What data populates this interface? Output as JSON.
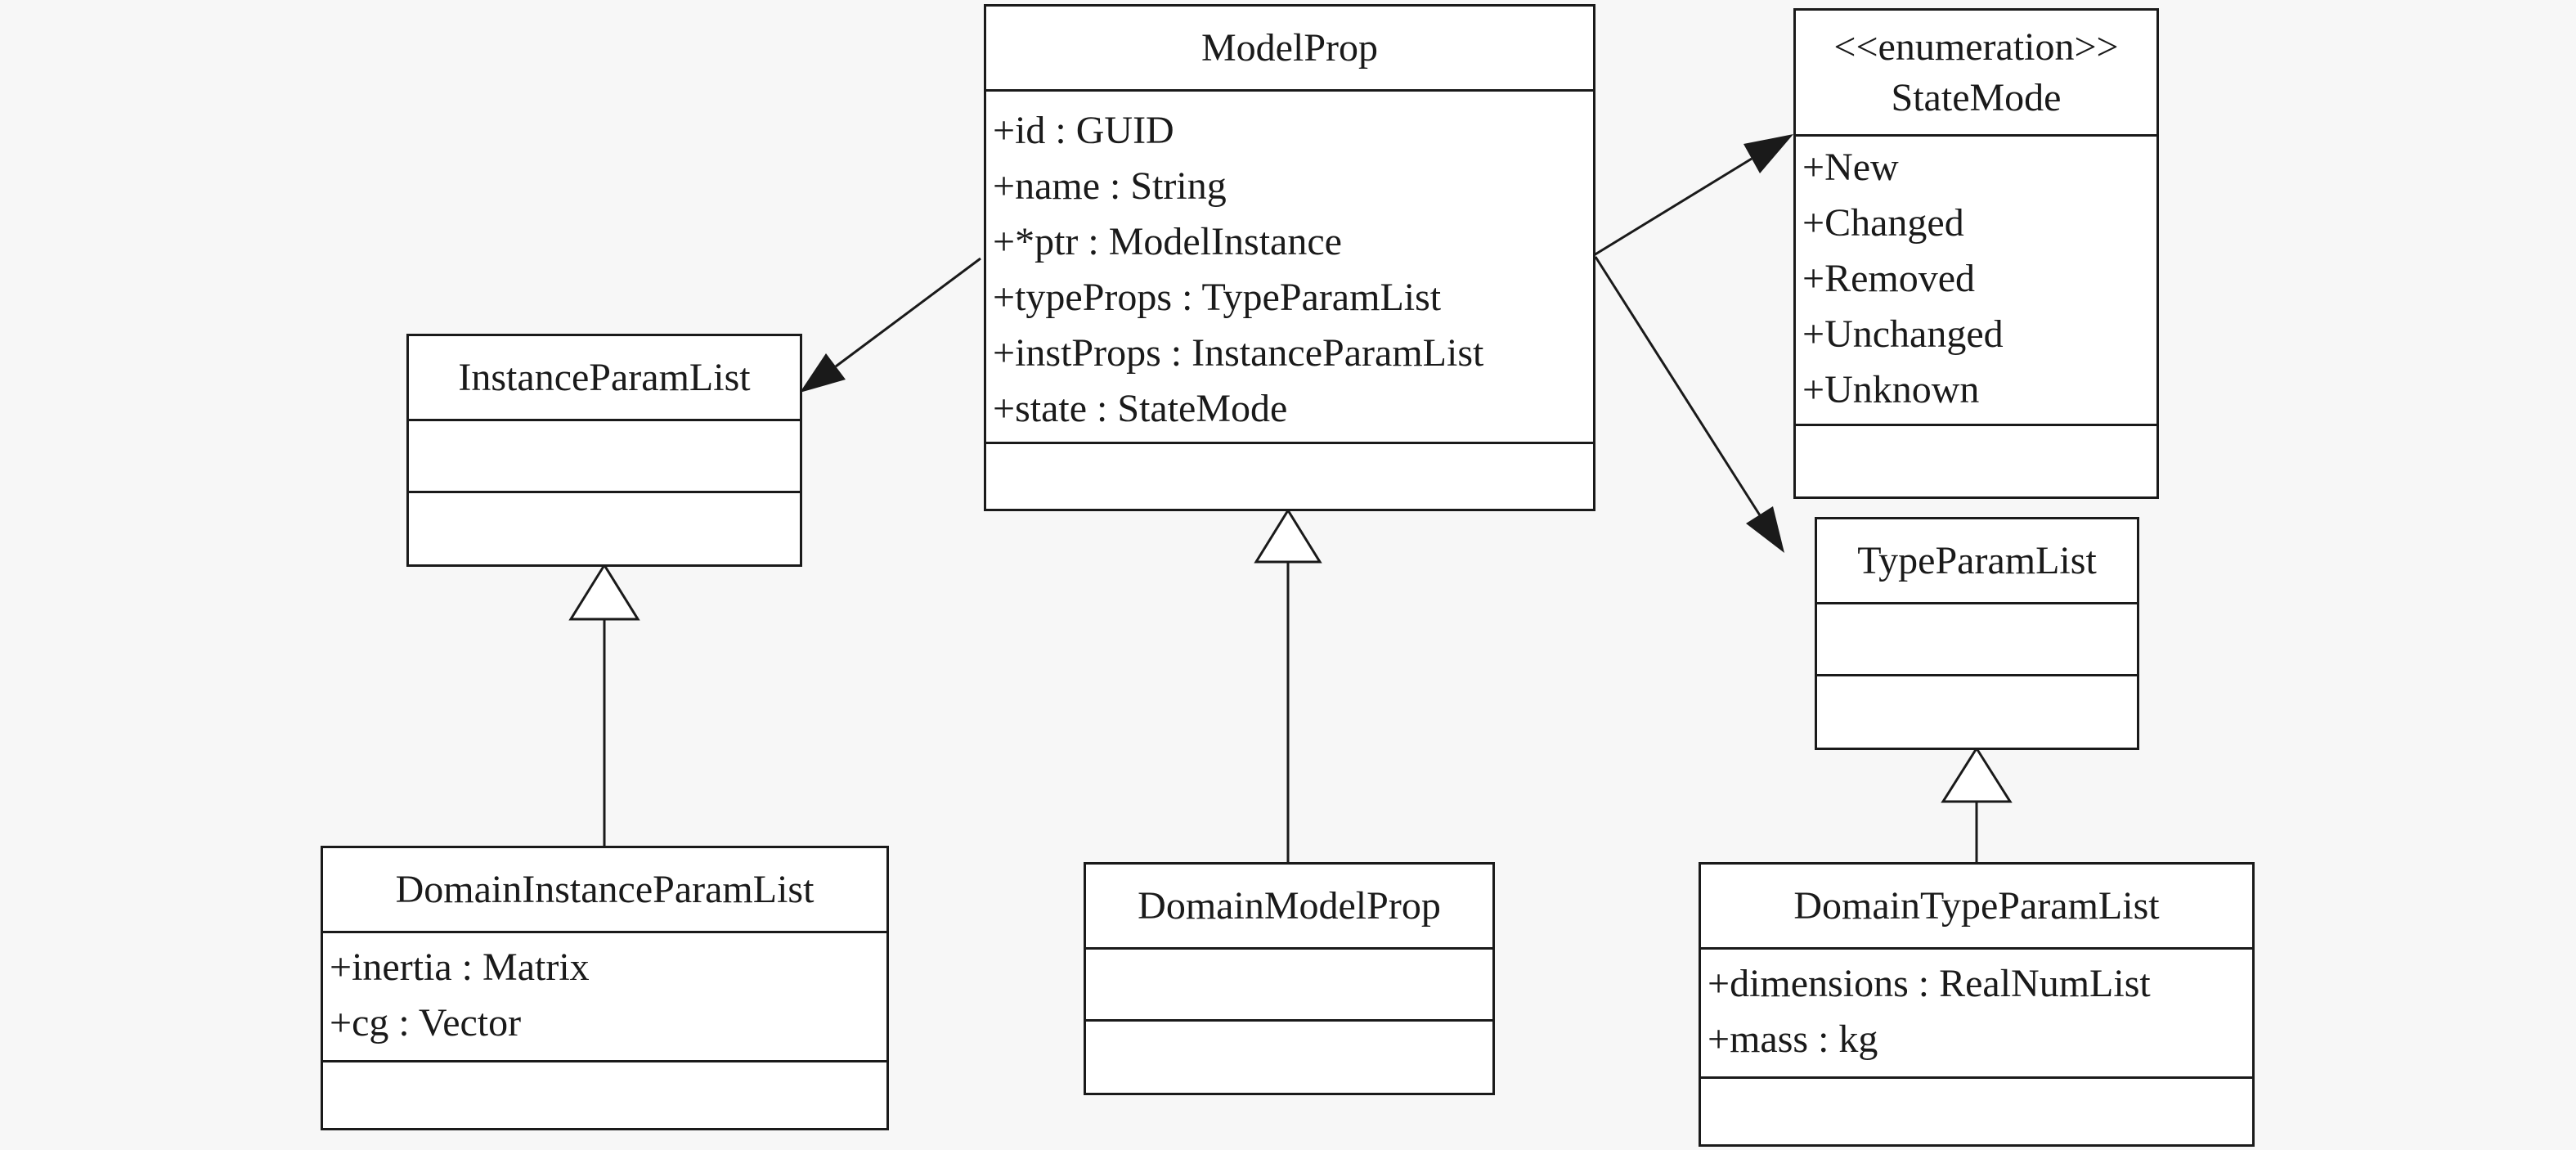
{
  "classes": {
    "model_prop": {
      "name": "ModelProp",
      "attributes": [
        "+id : GUID",
        "+name : String",
        "+*ptr : ModelInstance",
        "+typeProps : TypeParamList",
        "+instProps : InstanceParamList",
        "+state : StateMode"
      ]
    },
    "state_mode": {
      "stereotype": "<<enumeration>>",
      "name": "StateMode",
      "attributes": [
        "+New",
        "+Changed",
        "+Removed",
        "+Unchanged",
        "+Unknown"
      ]
    },
    "instance_param_list": {
      "name": "InstanceParamList"
    },
    "type_param_list": {
      "name": "TypeParamList"
    },
    "domain_instance_param_list": {
      "name": "DomainInstanceParamList",
      "attributes": [
        "+inertia : Matrix",
        "+cg : Vector"
      ]
    },
    "domain_model_prop": {
      "name": "DomainModelProp"
    },
    "domain_type_param_list": {
      "name": "DomainTypeParamList",
      "attributes": [
        "+dimensions : RealNumList",
        "+mass : kg"
      ]
    }
  },
  "relations": [
    {
      "from": "ModelProp",
      "to": "InstanceParamList",
      "kind": "association"
    },
    {
      "from": "ModelProp",
      "to": "StateMode",
      "kind": "association"
    },
    {
      "from": "ModelProp",
      "to": "TypeParamList",
      "kind": "association"
    },
    {
      "from": "DomainInstanceParamList",
      "to": "InstanceParamList",
      "kind": "generalization"
    },
    {
      "from": "DomainModelProp",
      "to": "ModelProp",
      "kind": "generalization"
    },
    {
      "from": "DomainTypeParamList",
      "to": "TypeParamList",
      "kind": "generalization"
    }
  ]
}
